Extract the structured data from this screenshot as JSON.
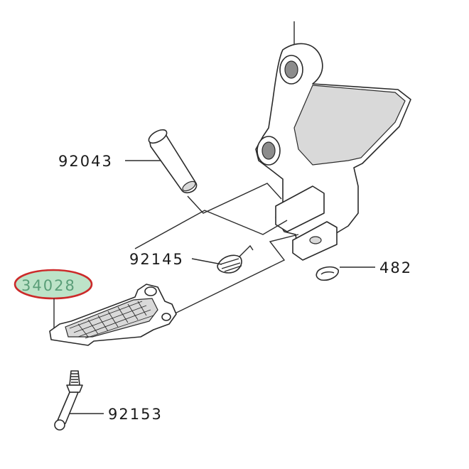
{
  "diagram": {
    "parts": [
      {
        "id": "92043",
        "label": "92043"
      },
      {
        "id": "92145",
        "label": "92145"
      },
      {
        "id": "482",
        "label": "482"
      },
      {
        "id": "34028",
        "label": "34028",
        "highlighted": true
      },
      {
        "id": "92153",
        "label": "92153"
      }
    ],
    "highlight_color": "#5a9e78",
    "highlight_ring_color": "#cc2a2a",
    "highlight_fill": "#bde3c8"
  }
}
